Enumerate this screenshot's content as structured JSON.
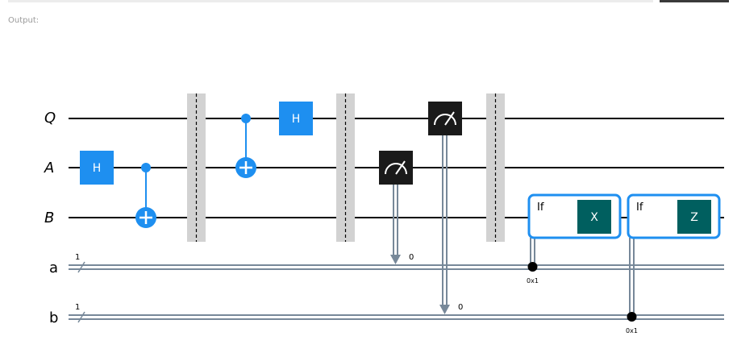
{
  "output_label": "Output:",
  "circuit": {
    "quantum_wires": [
      "Q",
      "A",
      "B"
    ],
    "classical_wires": [
      {
        "label": "a",
        "size": "1"
      },
      {
        "label": "b",
        "size": "1"
      }
    ],
    "gates": {
      "h_label": "H",
      "x_label": "X",
      "z_label": "Z",
      "if_label": "If"
    },
    "measure_bits": [
      "0",
      "0"
    ],
    "condition_values": [
      "0x1",
      "0x1"
    ]
  },
  "colors": {
    "h_gate": "#1e8ff0",
    "cnot": "#1e8ff0",
    "measure": "#1a1a1a",
    "barrier": "#d2d2d2",
    "classical_wire": "#778899",
    "conditional_box": "#1e8ff0",
    "xz_gate": "#005f5f"
  }
}
